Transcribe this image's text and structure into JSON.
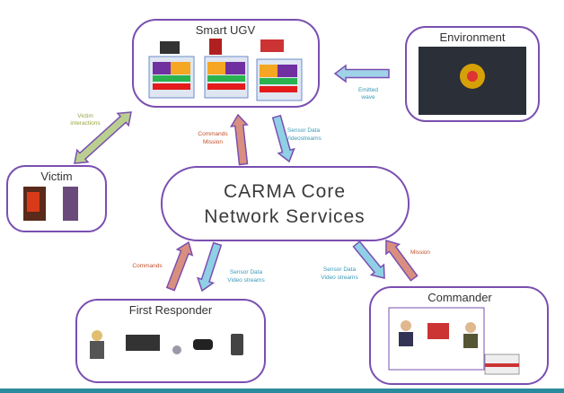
{
  "nodes": {
    "ugv": {
      "title": "Smart UGV"
    },
    "environment": {
      "title": "Environment"
    },
    "victim": {
      "title": "Victim"
    },
    "core": {
      "line1": "CARMA Core",
      "line2": "Network Services"
    },
    "first_responder": {
      "title": "First Responder"
    },
    "commander": {
      "title": "Commander"
    }
  },
  "edges": {
    "victim_interactions": {
      "line1": "Victim",
      "line2": "interactions",
      "color": "#b9cf8f"
    },
    "emitted_wave": {
      "line1": "Emitted",
      "line2": "wave",
      "color": "#9fd3e8"
    },
    "ugv_commands": {
      "line1": "Commands",
      "line2": "Mission",
      "color": "#d98f7f"
    },
    "ugv_sensor": {
      "line1": "Sensor Data",
      "line2": "Videostreams",
      "color": "#8fd0e6"
    },
    "fr_commands": {
      "line1": "Commands",
      "color": "#d98f7f"
    },
    "fr_sensor": {
      "line1": "Sensor Data",
      "line2": "Video streams",
      "color": "#8fd0e6"
    },
    "cmd_sensor": {
      "line1": "Sensor Data",
      "line2": "Video streams",
      "color": "#8fd0e6"
    },
    "cmd_mission": {
      "line1": "Mission",
      "color": "#d98f7f"
    }
  },
  "colors": {
    "outline": "#7a4fb0",
    "footer": "#2c8a9e"
  }
}
